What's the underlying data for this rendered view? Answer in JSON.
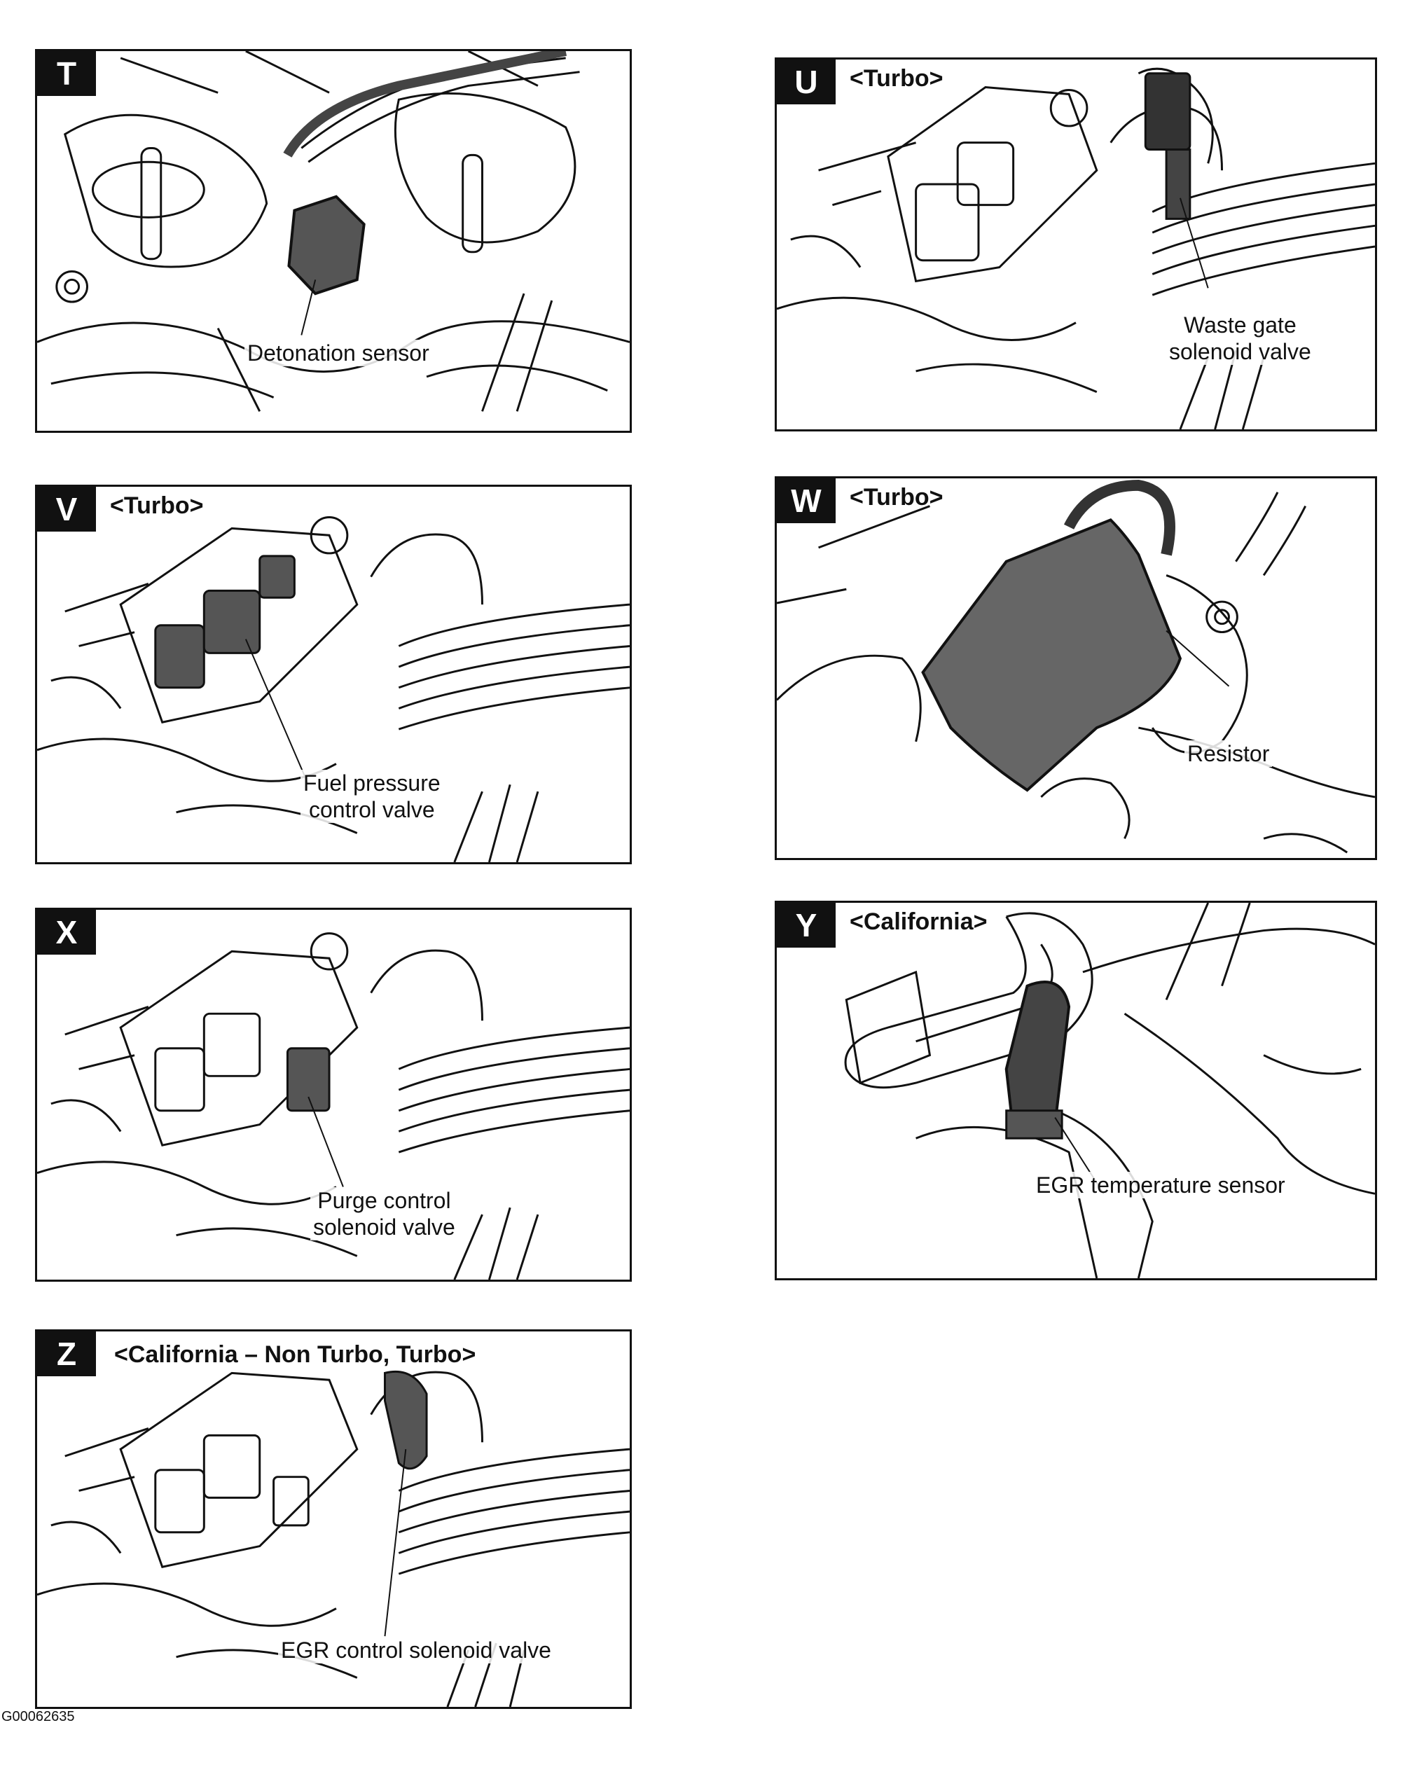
{
  "panels": {
    "T": {
      "letter": "T",
      "variant": "",
      "label": "Detonation sensor"
    },
    "U": {
      "letter": "U",
      "variant": "<Turbo>",
      "label": "Waste gate\nsolenoid valve"
    },
    "V": {
      "letter": "V",
      "variant": "<Turbo>",
      "label": "Fuel pressure\ncontrol valve"
    },
    "W": {
      "letter": "W",
      "variant": "<Turbo>",
      "label": "Resistor"
    },
    "X": {
      "letter": "X",
      "variant": "",
      "label": "Purge control\nsolenoid valve"
    },
    "Y": {
      "letter": "Y",
      "variant": "<California>",
      "label": "EGR temperature sensor"
    },
    "Z": {
      "letter": "Z",
      "variant": "<California – Non Turbo, Turbo>",
      "label": "EGR control solenoid valve"
    }
  },
  "figure_id": "G00062635",
  "colors": {
    "ink": "#111111",
    "shade": "#555555"
  }
}
